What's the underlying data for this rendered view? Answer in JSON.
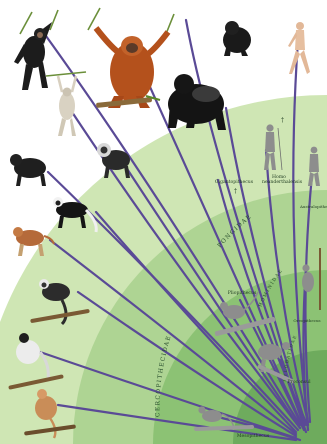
{
  "groups": {
    "pongidae": "PONGIDAE",
    "cercopithecidae": "CERCOPITHECIDAE",
    "hominidae": "HOMINIDAE",
    "hylobatidae": "HYLOBATIDAE"
  },
  "taxa": {
    "gigantopithecus": "Gigantopithecus",
    "homo_neanderthalensis": "Homo neanderthalensis",
    "australopithecus": "Australopithecus",
    "pliopithecus": "Pliopithecus",
    "oreopithecus": "Oreopithecus",
    "proconsul": "Proconsul",
    "mesopithecus": "Mesopithecus"
  },
  "animals": [
    "chimpanzee",
    "orangutan",
    "gorilla",
    "gorilla-silverback",
    "human",
    "gibbon",
    "black-macaque",
    "mandrill",
    "colobus",
    "patas-monkey",
    "de-brazza-guenon",
    "langur",
    "proboscis-monkey",
    "pliopithecus-reconstruction",
    "proconsul-reconstruction",
    "mesopithecus-reconstruction",
    "homo-neanderthalensis-reconstruction",
    "australopithecus-reconstruction",
    "oreopithecus-reconstruction"
  ],
  "colors": {
    "background": "#ffffff",
    "band_outer": "#cfe6b4",
    "band_mid": "#a9d08d",
    "band_inner": "#7fb866",
    "band_core": "#5f9d50",
    "branch": "#5a4a96",
    "label": "#1d3a1f"
  }
}
